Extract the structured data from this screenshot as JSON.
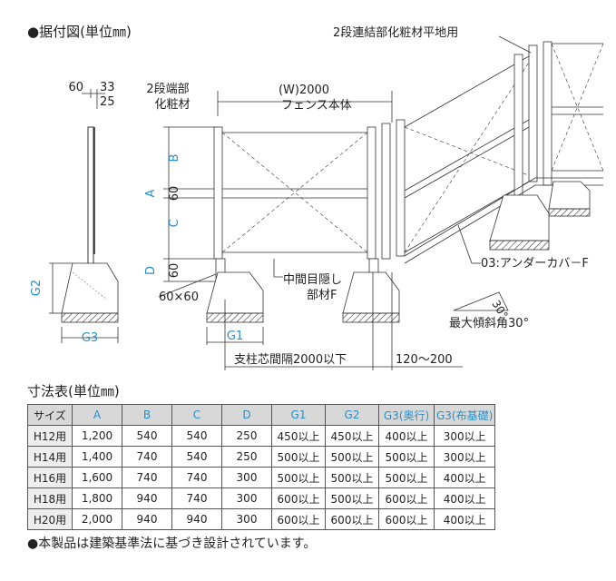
{
  "heading_install": "●据付図(単位㎜)",
  "heading_table": "寸法表(単位㎜)",
  "footnote": "●本製品は建築基準法に基づき設計されています。",
  "labels": {
    "d60": "60",
    "d33": "33",
    "d25": "25",
    "g2": "G2",
    "g3": "G3",
    "end_post_1": "2段端部",
    "end_post_2": "化粧材",
    "width": "(W)2000",
    "fence_body": "フェンス本体",
    "joint": "2段連結部化粧材平地用",
    "a": "A",
    "b": "B",
    "c": "C",
    "d": "D",
    "mid60": "60",
    "bot60": "60",
    "post_size": "60×60",
    "hide_1": "中間目隠し",
    "hide_2": "部材F",
    "g1": "G1",
    "pitch": "支柱芯間隔2000以下",
    "range": "120～200",
    "under_cover": "03:アンダーカバ－F",
    "angle": "30°",
    "max_angle": "最大傾斜角30°"
  },
  "table": {
    "headers": [
      "サイズ",
      "A",
      "B",
      "C",
      "D",
      "G1",
      "G2",
      "G3(奥行)",
      "G3(布基礎)"
    ],
    "rows": [
      [
        "H12用",
        "1,200",
        "540",
        "540",
        "250",
        "450以上",
        "450以上",
        "400以上",
        "300以上"
      ],
      [
        "H14用",
        "1,400",
        "740",
        "540",
        "250",
        "500以上",
        "500以上",
        "500以上",
        "300以上"
      ],
      [
        "H16用",
        "1,600",
        "740",
        "740",
        "300",
        "500以上",
        "500以上",
        "500以上",
        "400以上"
      ],
      [
        "H18用",
        "1,800",
        "940",
        "740",
        "300",
        "600以上",
        "500以上",
        "600以上",
        "400以上"
      ],
      [
        "H20用",
        "2,000",
        "940",
        "940",
        "300",
        "600以上",
        "600以上",
        "600以上",
        "400以上"
      ]
    ]
  }
}
